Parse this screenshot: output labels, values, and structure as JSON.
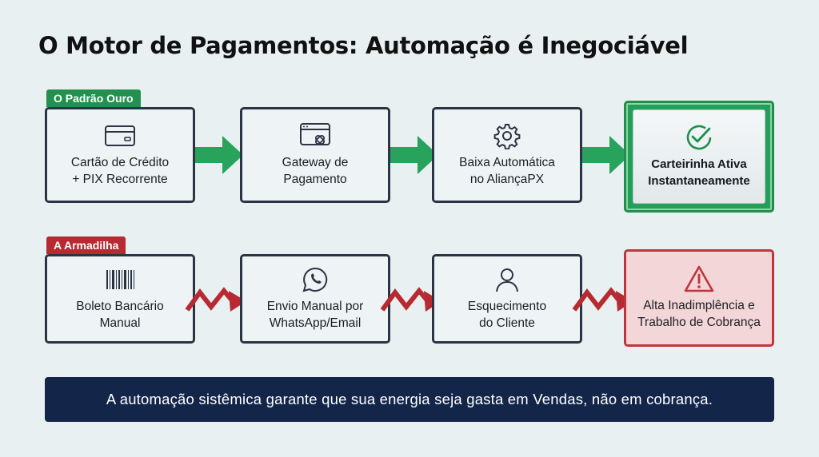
{
  "title": "O Motor de Pagamentos: Automação é Inegociável",
  "colors": {
    "gold_path": "#22914f",
    "trap_path": "#b72a31",
    "box_border": "#2b3442",
    "banner_bg": "#13264a"
  },
  "gold_path": {
    "tag": "O Padrão Ouro",
    "steps": [
      {
        "icon": "credit-card-icon",
        "lines": [
          "Cartão de Crédito",
          "+ PIX Recorrente"
        ]
      },
      {
        "icon": "browser-gateway-icon",
        "lines": [
          "Gateway de",
          "Pagamento"
        ]
      },
      {
        "icon": "gear-icon",
        "lines": [
          "Baixa Automática",
          "no AliançaPX"
        ]
      },
      {
        "icon": "check-circle-icon",
        "lines": [
          "Carteirinha Ativa",
          "Instantaneamente"
        ]
      }
    ]
  },
  "trap_path": {
    "tag": "A Armadilha",
    "steps": [
      {
        "icon": "barcode-icon",
        "lines": [
          "Boleto Bancário",
          "Manual"
        ]
      },
      {
        "icon": "whatsapp-icon",
        "lines": [
          "Envio Manual por",
          "WhatsApp/Email"
        ]
      },
      {
        "icon": "user-icon",
        "lines": [
          "Esquecimento",
          "do Cliente"
        ]
      },
      {
        "icon": "warning-triangle-icon",
        "lines": [
          "Alta Inadimplência e",
          "Trabalho de Cobrança"
        ]
      }
    ]
  },
  "banner": "A automação sistêmica garante que sua energia seja gasta em Vendas, não em cobrança."
}
